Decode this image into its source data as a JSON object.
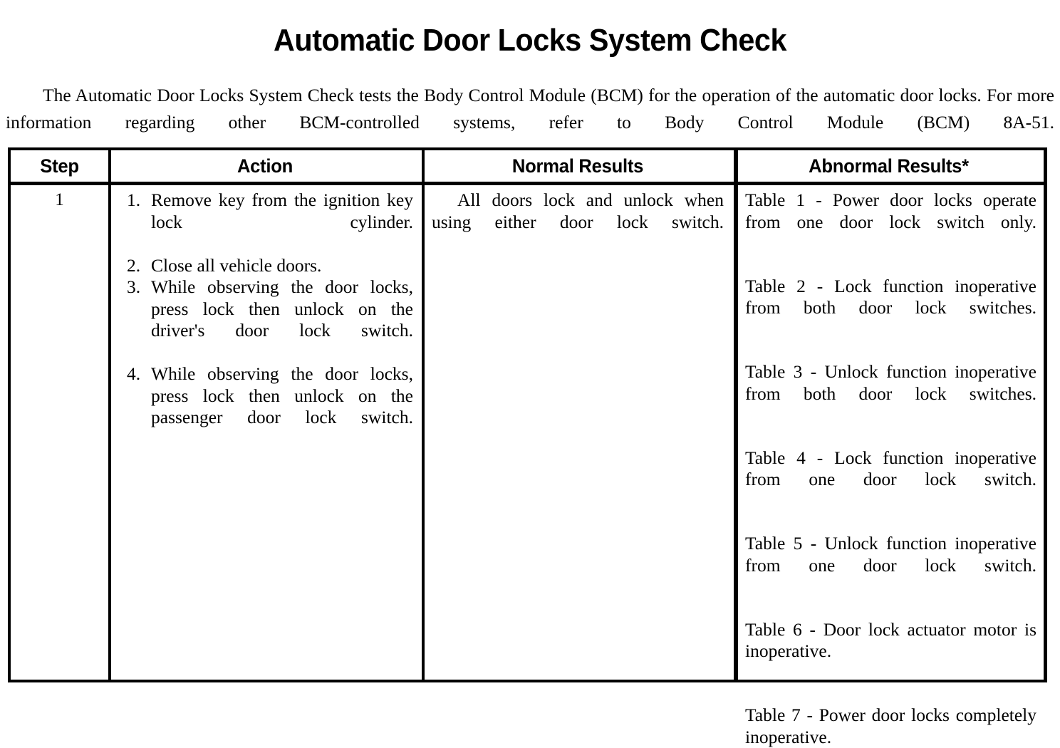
{
  "document": {
    "title": "Automatic Door Locks System Check",
    "intro": "The Automatic Door Locks System Check tests the Body Control Module (BCM) for the operation of the automatic door locks. For more information regarding other BCM-controlled systems, refer to Body Control Module (BCM) 8A-51."
  },
  "table": {
    "headers": {
      "step": "Step",
      "action": "Action",
      "normal_results": "Normal Results",
      "abnormal_results": "Abnormal Results*"
    },
    "rows": [
      {
        "step": "1",
        "action_steps": [
          "Remove key from the ignition key lock cylinder.",
          "Close all vehicle doors.",
          "While observing the door locks, press lock then unlock on the driver's door lock switch.",
          "While observing the door locks, press lock then unlock on the passenger door lock switch."
        ],
        "normal_results": "All doors lock and unlock when using either door lock switch.",
        "abnormal_results": [
          "Table 1 - Power door locks operate from one door lock switch only.",
          "Table 2 - Lock function inoperative from both door lock switches.",
          "Table 3 - Unlock function inoperative from both door lock switches.",
          "Table 4 - Lock function inoperative from one door lock switch.",
          "Table 5 - Unlock function inoperative from one door lock switch.",
          "Table 6 - Door lock actuator motor is inoperative.",
          "Table 7 - Power door locks completely inoperative."
        ]
      }
    ]
  },
  "colors": {
    "ink": "#000000",
    "paper": "#ffffff"
  }
}
